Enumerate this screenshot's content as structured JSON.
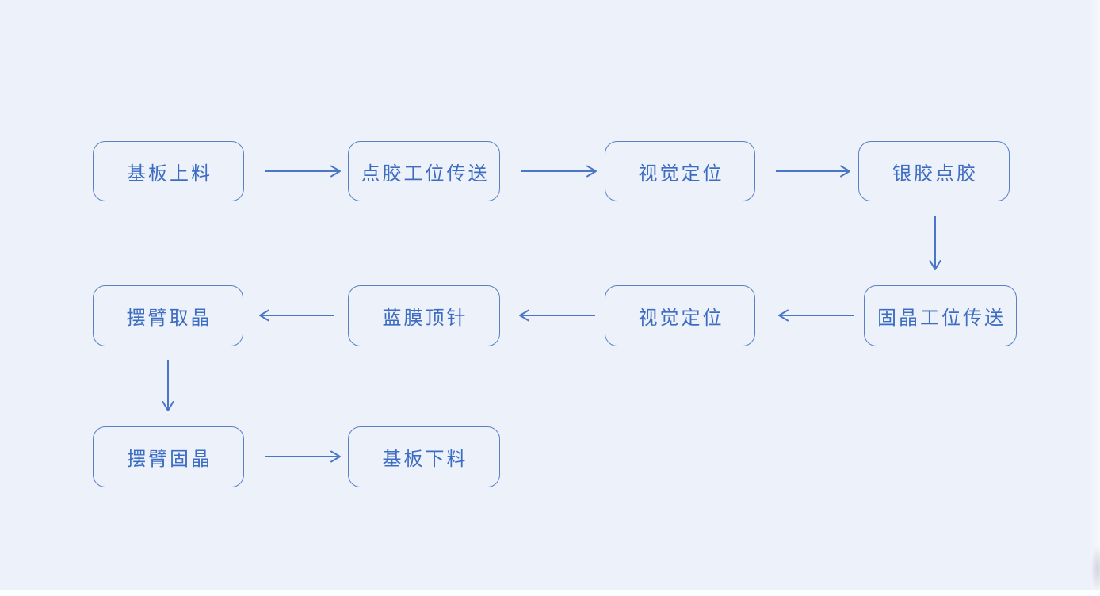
{
  "canvas": {
    "background_color": "#edf1fa",
    "bottom_strip_color": "#fcfdfe"
  },
  "palette": {
    "node_border_color": "#5b80c8",
    "node_text_color": "#3d6dc3",
    "arrow_color": "#4b76c7"
  },
  "flowchart": {
    "nodes": [
      {
        "label": "基板上料"
      },
      {
        "label": "点胶工位传送"
      },
      {
        "label": "视觉定位"
      },
      {
        "label": "银胶点胶"
      },
      {
        "label": "固晶工位传送"
      },
      {
        "label": "视觉定位"
      },
      {
        "label": "蓝膜顶针"
      },
      {
        "label": "摆臂取晶"
      },
      {
        "label": "摆臂固晶"
      },
      {
        "label": "基板下料"
      }
    ],
    "connections": [
      {
        "from": "基板上料",
        "to": "点胶工位传送",
        "direction": "right"
      },
      {
        "from": "点胶工位传送",
        "to": "视觉定位",
        "direction": "right"
      },
      {
        "from": "视觉定位",
        "to": "银胶点胶",
        "direction": "right"
      },
      {
        "from": "银胶点胶",
        "to": "固晶工位传送",
        "direction": "down"
      },
      {
        "from": "固晶工位传送",
        "to": "视觉定位",
        "direction": "left"
      },
      {
        "from": "视觉定位",
        "to": "蓝膜顶针",
        "direction": "left"
      },
      {
        "from": "蓝膜顶针",
        "to": "摆臂取晶",
        "direction": "left"
      },
      {
        "from": "摆臂取晶",
        "to": "摆臂固晶",
        "direction": "down"
      },
      {
        "from": "摆臂固晶",
        "to": "基板下料",
        "direction": "right"
      }
    ]
  }
}
